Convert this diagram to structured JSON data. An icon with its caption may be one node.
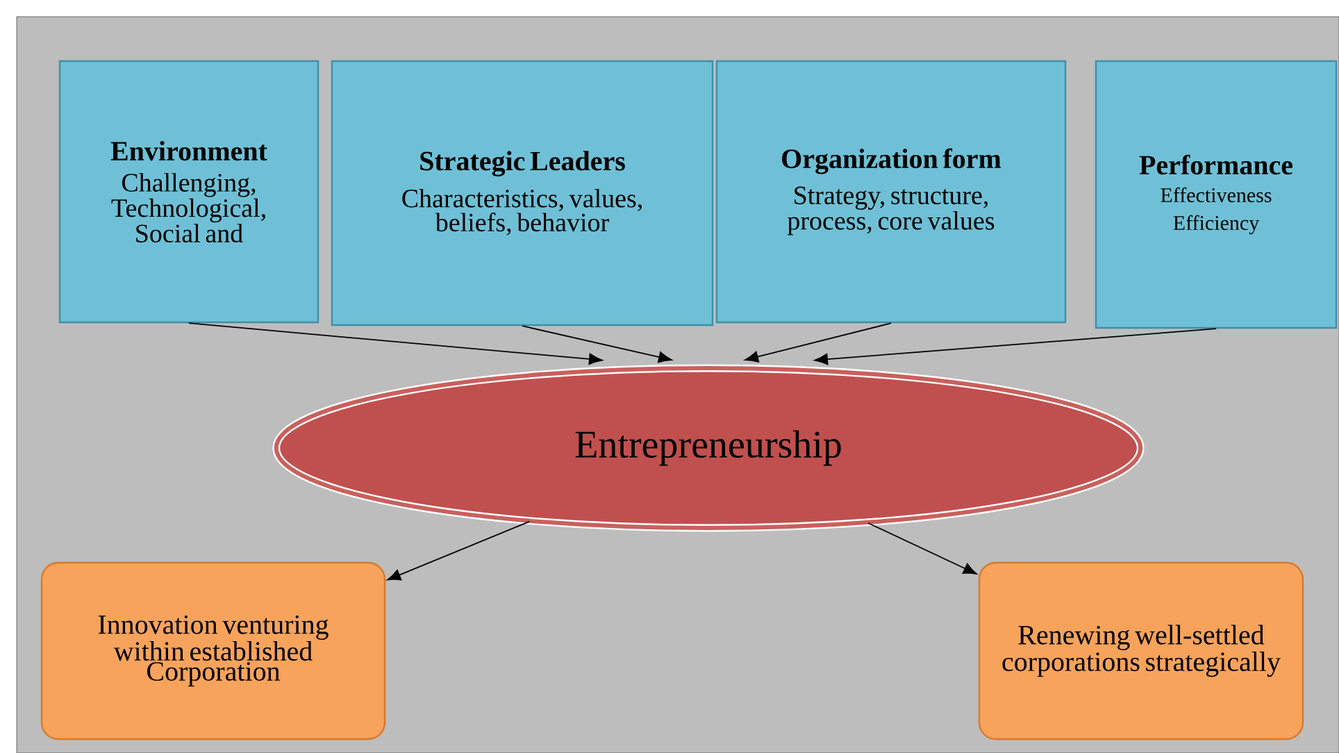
{
  "diagram": {
    "nodes": [
      {
        "text": [
          "Environment",
          "Challenging, Technological, Social and"
        ]
      },
      {
        "text": [
          "Strategic Leaders",
          "Characteristics, values, beliefs, behavior"
        ]
      },
      {
        "text": [
          "Organization form",
          "Strategy, structure, process, core values"
        ]
      },
      {
        "text": [
          "Performance",
          "Effectiveness",
          "Efficiency"
        ]
      },
      {
        "text": [
          "Entrepreneurship"
        ]
      },
      {
        "text": [
          "Innovation venturing within established Corporation"
        ]
      },
      {
        "text": [
          "Renewing well-settled corporations strategically"
        ]
      }
    ],
    "edges": [
      {
        "from": 0,
        "to": 4,
        "arrow": "to"
      },
      {
        "from": 1,
        "to": 4,
        "arrow": "to"
      },
      {
        "from": 2,
        "to": 4,
        "arrow": "to"
      },
      {
        "from": 3,
        "to": 4,
        "arrow": "to"
      },
      {
        "from": 4,
        "to": 5,
        "arrow": "to"
      },
      {
        "from": 4,
        "to": 6,
        "arrow": "to"
      }
    ]
  }
}
